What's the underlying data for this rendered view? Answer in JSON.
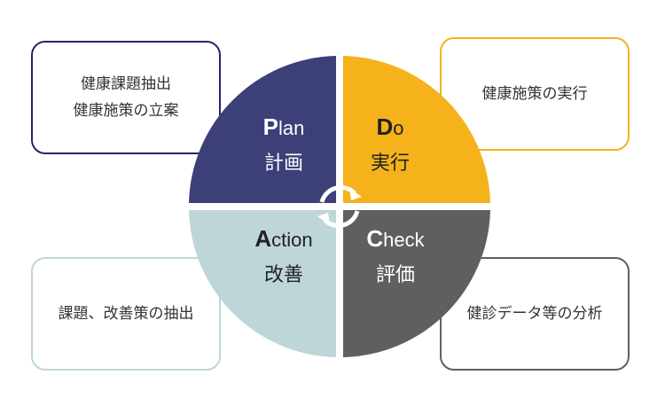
{
  "boxes": {
    "plan": [
      "健康課題抽出",
      "健康施策の立案"
    ],
    "do": [
      "健康施策の実行"
    ],
    "action": [
      "課題、改善策の抽出"
    ],
    "check": [
      "健診データ等の分析"
    ]
  },
  "quadrants": {
    "plan": {
      "initial": "P",
      "rest": "lan",
      "ja": "計画",
      "color": "#3c3f78"
    },
    "do": {
      "initial": "D",
      "rest": "o",
      "ja": "実行",
      "color": "#f5b21a"
    },
    "action": {
      "initial": "A",
      "rest": "ction",
      "ja": "改善",
      "color": "#bfd6d8"
    },
    "check": {
      "initial": "C",
      "rest": "heck",
      "ja": "評価",
      "color": "#5f5f5f"
    }
  }
}
